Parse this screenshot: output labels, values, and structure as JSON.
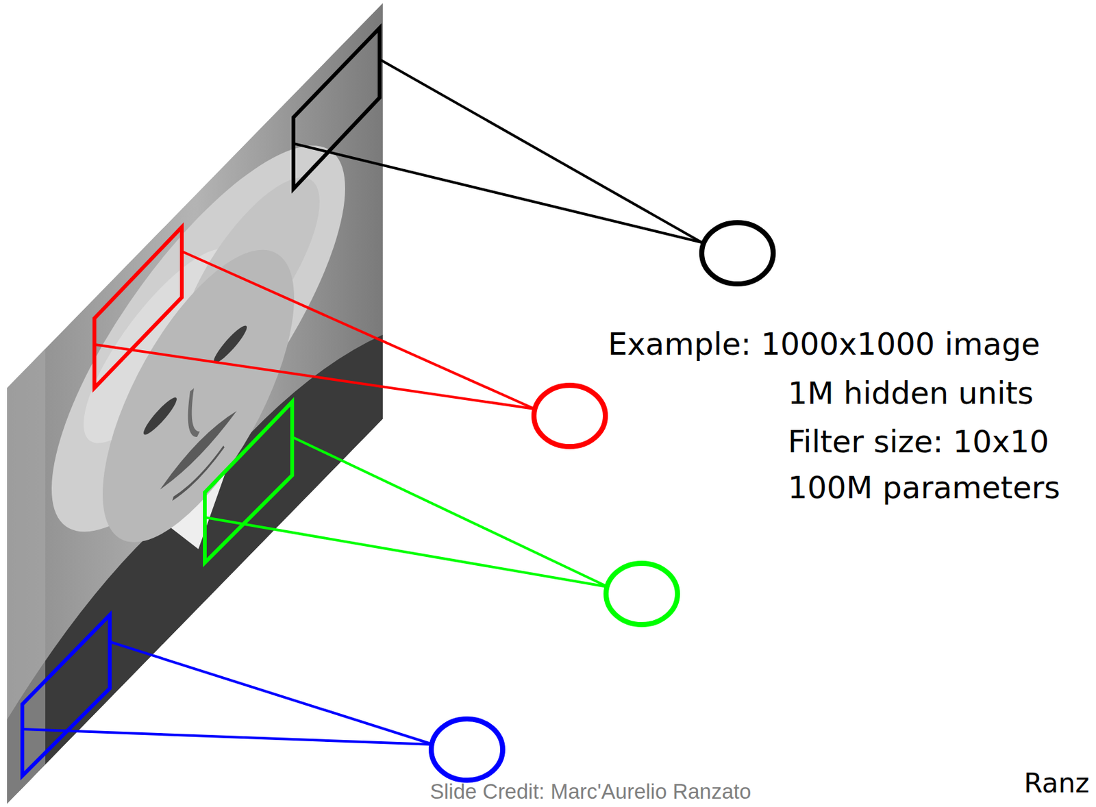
{
  "diagram": {
    "labels": [
      "Example: 1000x1000 image",
      "1M hidden units",
      "Filter size: 10x10",
      "100M parameters",
      "Slide Credit: Marc'Aurelio Ranzato",
      "Ranz"
    ]
  }
}
